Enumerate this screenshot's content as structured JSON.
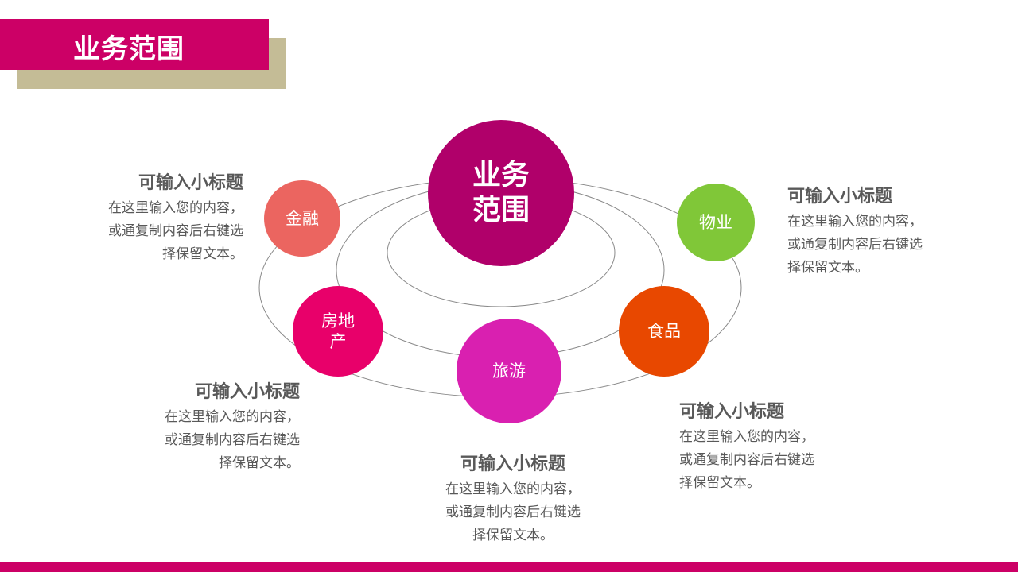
{
  "header": {
    "title": "业务范围"
  },
  "center": {
    "label": "业务范围",
    "color": "#B0006A"
  },
  "items": [
    {
      "label": "金融",
      "color": "#EB6560"
    },
    {
      "label": "物业",
      "color": "#80C738"
    },
    {
      "label": "房地产",
      "color": "#E8006A"
    },
    {
      "label": "旅游",
      "color": "#D920B0"
    },
    {
      "label": "食品",
      "color": "#E84800"
    }
  ],
  "blocks": [
    {
      "title": "可输入小标题",
      "line1": "在这里输入您的内容，",
      "line2": "或通复制内容后右键选",
      "line3": "择保留文本。"
    },
    {
      "title": "可输入小标题",
      "line1": "在这里输入您的内容，",
      "line2": "或通复制内容后右键选",
      "line3": "择保留文本。"
    },
    {
      "title": "可输入小标题",
      "line1": "在这里输入您的内容，",
      "line2": "或通复制内容后右键选",
      "line3": "择保留文本。"
    },
    {
      "title": "可输入小标题",
      "line1": "在这里输入您的内容，",
      "line2": "或通复制内容后右键选",
      "line3": "择保留文本。"
    },
    {
      "title": "可输入小标题",
      "line1": "在这里输入您的内容，",
      "line2": "或通复制内容后右键选",
      "line3": "择保留文本。"
    }
  ]
}
